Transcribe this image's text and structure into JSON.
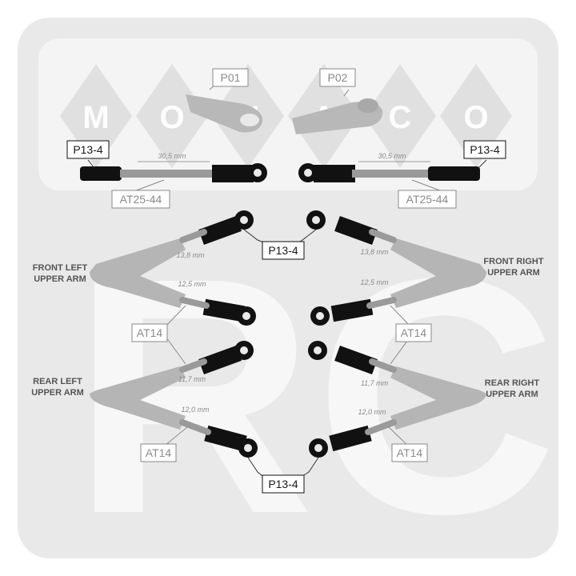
{
  "watermark": {
    "brand": "MONACO",
    "letters": [
      "M",
      "O",
      "N",
      "A",
      "C",
      "O"
    ],
    "big": "RC"
  },
  "parts": {
    "p01": "P01",
    "p02": "P02",
    "p13_left": "P13-4",
    "p13_right": "P13-4",
    "p13_top_center": "P13-4",
    "p13_bottom_center": "P13-4"
  },
  "rods": {
    "at25_left": "AT25-44",
    "at25_right": "AT25-44",
    "at14_left_upper": "AT14",
    "at14_right_upper": "AT14",
    "at14_left_lower": "AT14",
    "at14_right_lower": "AT14"
  },
  "dimensions": {
    "top_left": "30,5 mm",
    "top_right": "30,5 mm",
    "front_left_a": "13,8 mm",
    "front_left_b": "12,5 mm",
    "front_right_a": "13,8 mm",
    "front_right_b": "12,5 mm",
    "rear_left_a": "11,7 mm",
    "rear_left_b": "12,0 mm",
    "rear_right_a": "11,7 mm",
    "rear_right_b": "12,0 mm"
  },
  "arm_labels": {
    "front_left": [
      "FRONT LEFT",
      "UPPER ARM"
    ],
    "front_right": [
      "FRONT RIGHT",
      "UPPER ARM"
    ],
    "rear_left": [
      "REAR LEFT",
      "UPPER ARM"
    ],
    "rear_right": [
      "REAR RIGHT",
      "UPPER ARM"
    ]
  },
  "colors": {
    "background": "#e9e9e9",
    "arm_gray": "#b5b5b5",
    "rod_end_black": "#111111",
    "rod_metal": "#9a9a9a"
  }
}
